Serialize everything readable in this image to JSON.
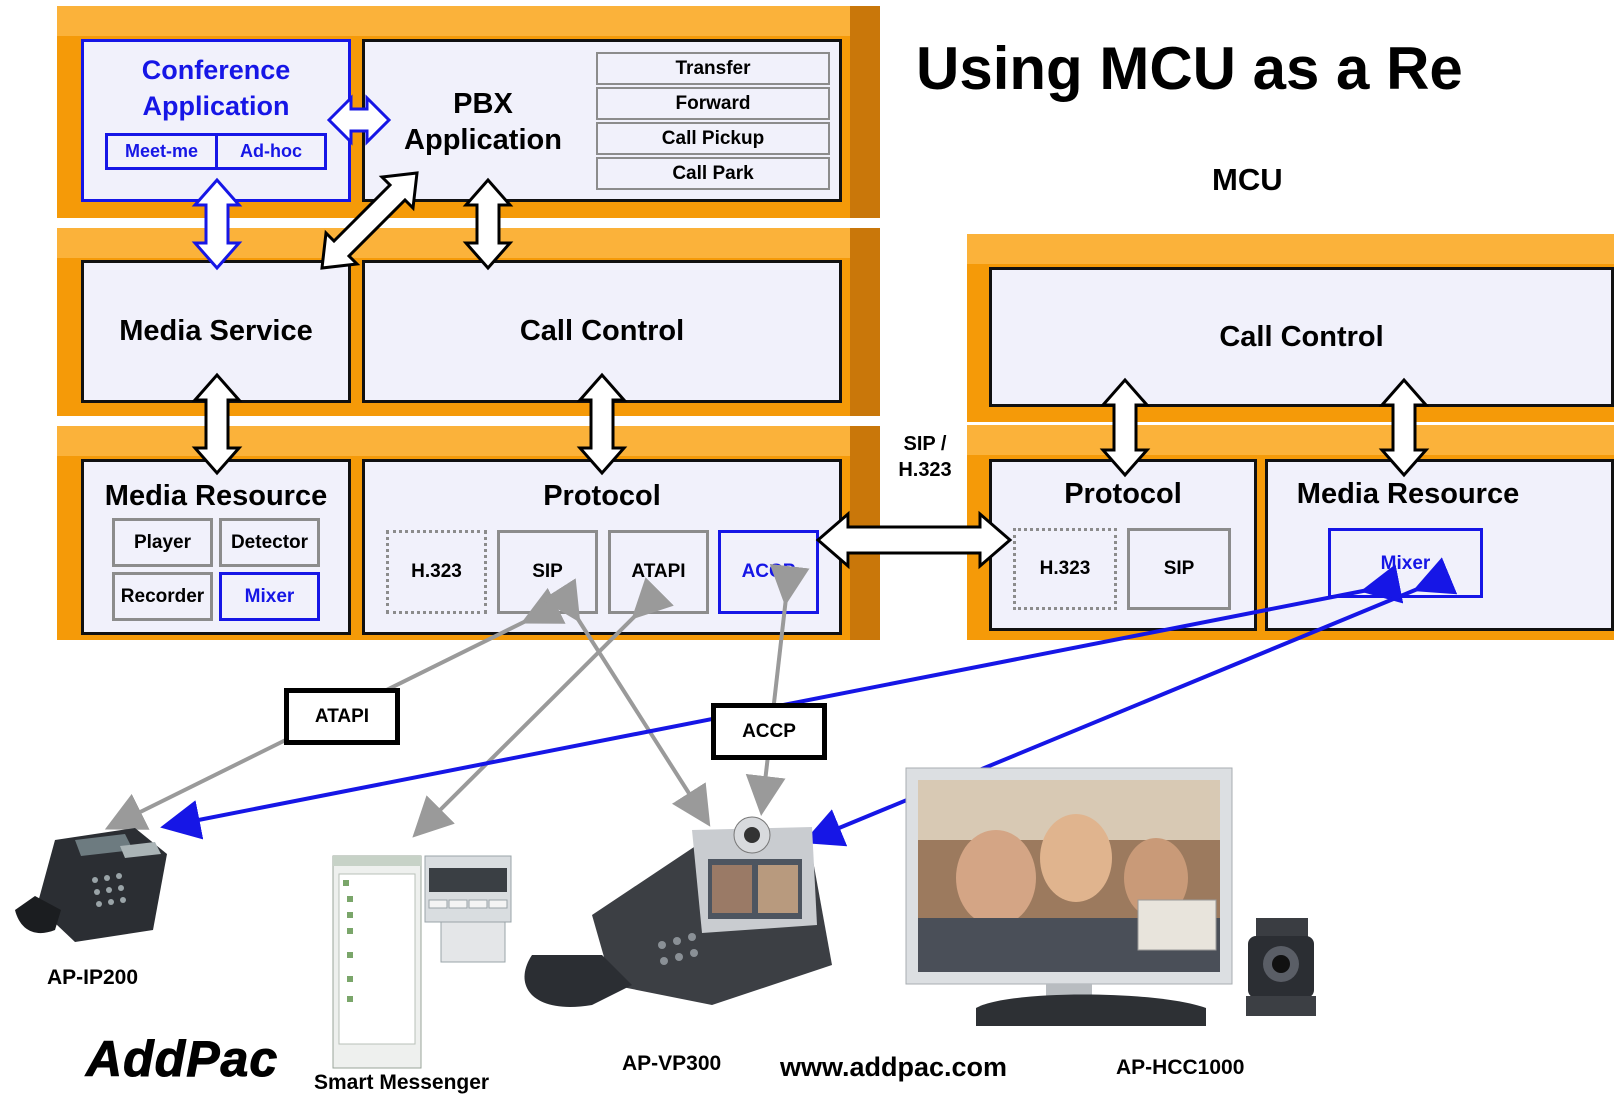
{
  "title": "Using MCU as a Re",
  "mcu_label": "MCU",
  "left_stack": {
    "conference": {
      "title_line1": "Conference",
      "title_line2": "Application",
      "meet_me": "Meet-me",
      "ad_hoc": "Ad-hoc"
    },
    "pbx": {
      "line1": "PBX",
      "line2": "Application",
      "features": [
        "Transfer",
        "Forward",
        "Call Pickup",
        "Call Park"
      ]
    },
    "media_service": "Media Service",
    "call_control": "Call Control",
    "media_resource": {
      "title": "Media Resource",
      "player": "Player",
      "detector": "Detector",
      "recorder": "Recorder",
      "mixer": "Mixer"
    },
    "protocol": {
      "title": "Protocol",
      "items": [
        "H.323",
        "SIP",
        "ATAPI",
        "ACCP"
      ]
    }
  },
  "right_stack": {
    "call_control": "Call Control",
    "protocol": {
      "title": "Protocol",
      "items": [
        "H.323",
        "SIP"
      ]
    },
    "media_resource": {
      "title": "Media Resource",
      "mixer": "Mixer"
    }
  },
  "link_label": {
    "line1": "SIP /",
    "line2": "H.323"
  },
  "callouts": {
    "atapi": "ATAPI",
    "accp": "ACCP"
  },
  "devices": [
    "AP-IP200",
    "Smart Messenger",
    "AP-VP300",
    "AP-HCC1000"
  ],
  "brand": "AddPac",
  "website": "www.addpac.com",
  "colors": {
    "orange": "#f59a08",
    "blue": "#1616e6",
    "gray": "#8c8c8c"
  }
}
